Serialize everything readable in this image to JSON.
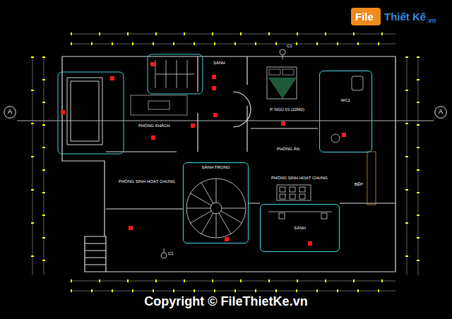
{
  "diagram": {
    "nodes": [
      {
        "text": [
          "WC1"
        ]
      },
      {
        "text": [
          "A"
        ]
      },
      {
        "text": [
          "A"
        ]
      },
      {
        "text": [
          "SẢNH TRONG"
        ]
      },
      {
        "text": [
          "SẢNH"
        ]
      }
    ],
    "labels": [
      "File",
      "Thiết Kế",
      ".vn",
      "C1",
      "SẢNH",
      "P. NGỦ 01 (22M2)",
      "PHÒNG KHÁCH",
      "PHÒNG ĂN",
      "PHÒNG SINH HOẠT CHUNG",
      "PHÒNG SINH HOẠT CHUNG",
      "BẾP",
      "C1",
      "Copyright © FileThietKe.vn"
    ]
  }
}
